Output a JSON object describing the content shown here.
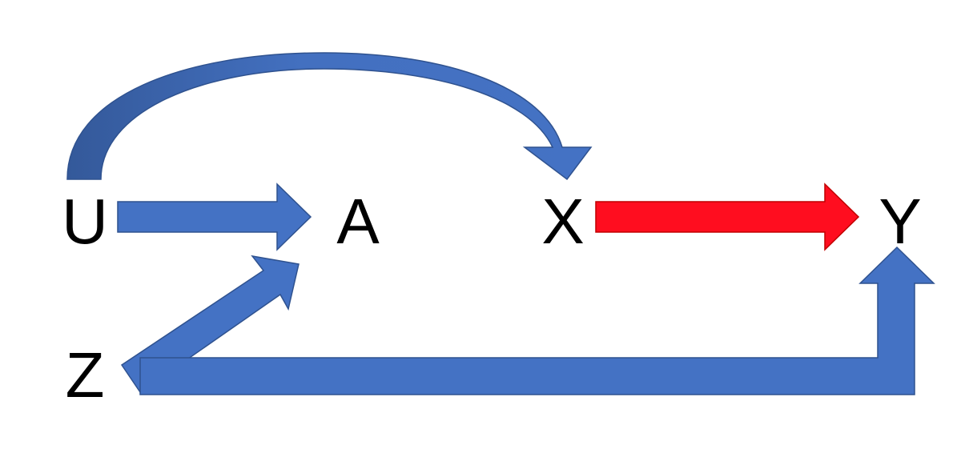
{
  "nodes": {
    "U": "U",
    "A": "A",
    "X": "X",
    "Y": "Y",
    "Z": "Z"
  },
  "edges": [
    {
      "from": "U",
      "to": "A"
    },
    {
      "from": "U",
      "to": "X"
    },
    {
      "from": "X",
      "to": "Y",
      "highlighted": true
    },
    {
      "from": "Z",
      "to": "A"
    },
    {
      "from": "Z",
      "to": "Y"
    }
  ],
  "colors": {
    "arrow": "#4472C4",
    "arrow_dark": "#35589A",
    "arrow_outline": "#2F528F",
    "highlight": "#FF0D1F",
    "highlight_outline": "#C00000",
    "text": "#000000"
  }
}
